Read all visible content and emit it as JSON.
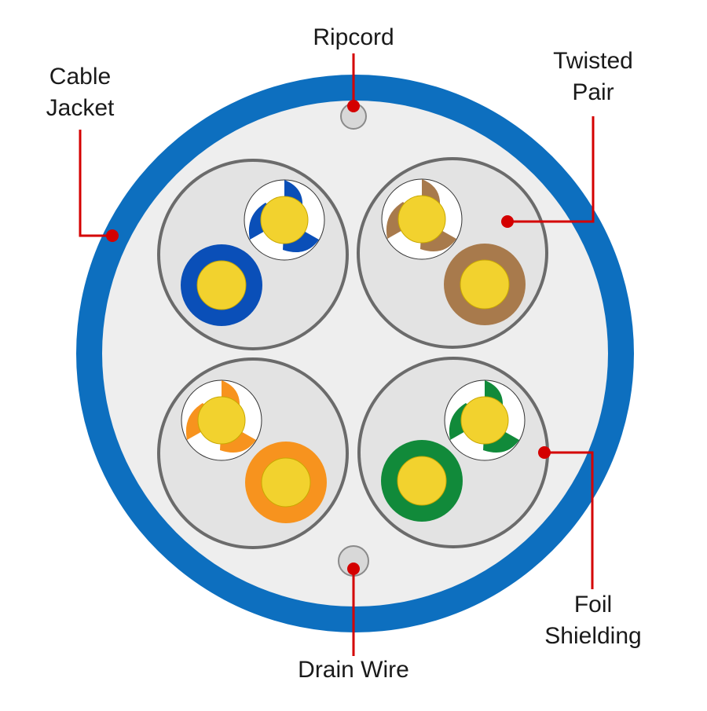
{
  "labels": {
    "ripcord": "Ripcord",
    "cable_jacket": [
      "Cable",
      "Jacket"
    ],
    "twisted_pair": [
      "Twisted",
      "Pair"
    ],
    "foil_shielding": [
      "Foil",
      "Shielding"
    ],
    "drain_wire": "Drain Wire"
  },
  "colors": {
    "jacket": "#0d6fbf",
    "pair_blue": "#0a4fb8",
    "pair_brown": "#a87a4c",
    "pair_orange": "#f7931e",
    "pair_green": "#118a3a",
    "conductor": "#f2d22e",
    "foil_fill": "#e3e3e3",
    "foil_stroke": "#6b6b6b",
    "leader_line": "#d40000"
  }
}
